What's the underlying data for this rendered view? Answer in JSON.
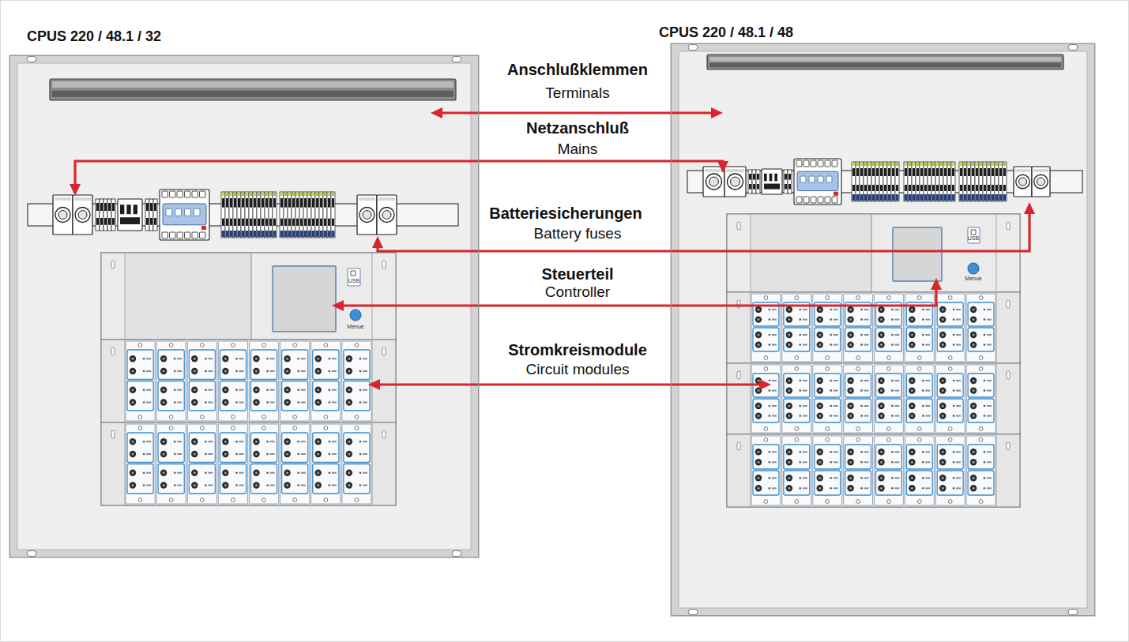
{
  "diagram": {
    "nodes": [
      {
        "text": [
          "CPUS 220 / 48.1 / 32"
        ]
      },
      {
        "text": [
          "CPUS 220 / 48.1 / 48"
        ]
      }
    ],
    "labels": [
      "Anschlußklemmen",
      "Terminals",
      "Netzanschluß",
      "Mains",
      "Batteriesicherungen",
      "Battery fuses",
      "Steuerteil",
      "Controller",
      "Stromkreismodule",
      "Circuit modules",
      "USB",
      "Menue",
      "USB",
      "Menue"
    ]
  }
}
